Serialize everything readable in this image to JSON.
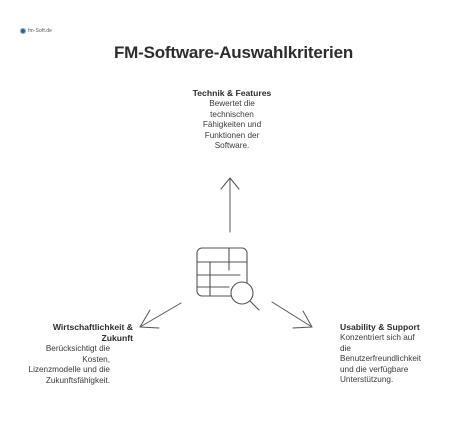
{
  "logo": {
    "text": "fm·Soft.de"
  },
  "title": "FM-Software-Auswahlkriterien",
  "nodes": {
    "top": {
      "title": "Technik & Features",
      "description": "Bewertet die technischen Fähigkeiten und Funktionen der Software."
    },
    "left": {
      "title": "Wirtschaftlichkeit & Zukunft",
      "description": "Berücksichtigt die Kosten, Lizenzmodelle und die Zukunftsfähigkeit."
    },
    "right": {
      "title": "Usability & Support",
      "description": "Konzentriert sich auf die Benutzerfreundlichkeit und die verfügbare Unterstützung."
    }
  },
  "center_icon": "table-search-icon",
  "colors": {
    "stroke": "#555555",
    "text": "#333333"
  }
}
